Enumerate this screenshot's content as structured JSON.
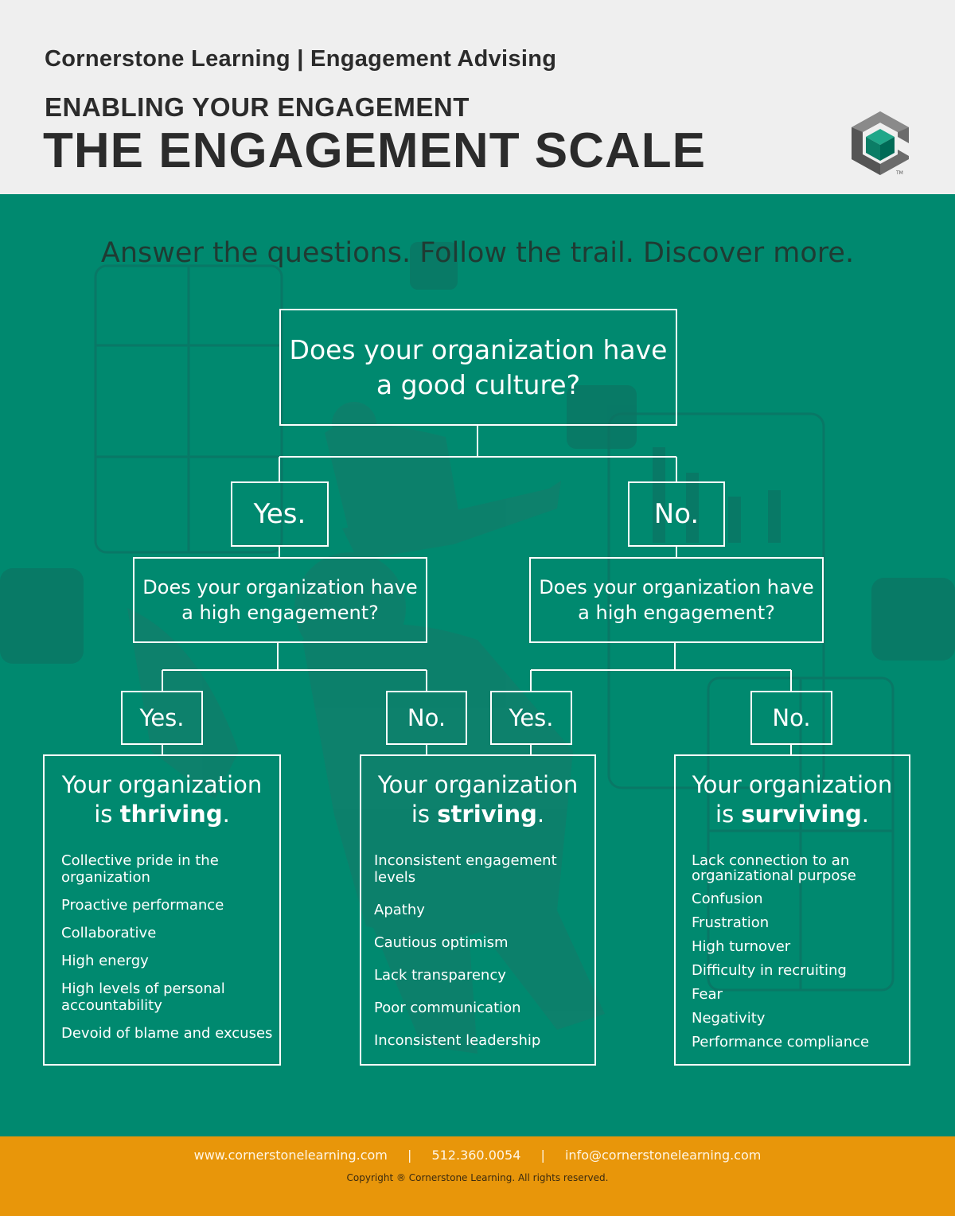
{
  "header": {
    "brand": "Cornerstone Learning | Engagement Advising",
    "kicker": "ENABLING YOUR ENGAGEMENT",
    "title": "THE ENGAGEMENT SCALE",
    "logo_trademark": "TM"
  },
  "tagline": "Answer the questions. Follow the trail. Discover more.",
  "question_main": "Does your organization have a good culture?",
  "branch_left": {
    "answer": "Yes.",
    "question": "Does your organization have a high engagement?",
    "answer_yes": "Yes.",
    "answer_no": "No."
  },
  "branch_right": {
    "answer": "No.",
    "question": "Does your organization have a high engagement?",
    "answer_yes": "Yes.",
    "answer_no": "No."
  },
  "results": {
    "thriving": {
      "prefix": "Your organization",
      "is": "is",
      "state": "thriving",
      "dot": ".",
      "items": [
        "Collective pride in the organization",
        "Proactive performance",
        "Collaborative",
        "High energy",
        "High levels of personal accountability",
        "Devoid of blame and excuses"
      ]
    },
    "striving": {
      "prefix": "Your organization",
      "is": "is",
      "state": "striving",
      "dot": ".",
      "items": [
        "Inconsistent engagement levels",
        "Apathy",
        "Cautious optimism",
        "Lack transparency",
        "Poor communication",
        "Inconsistent leadership"
      ]
    },
    "surviving": {
      "prefix": "Your organization",
      "is": "is",
      "state": "surviving",
      "dot": ".",
      "items": [
        "Lack connection to an organizational purpose",
        "Confusion",
        "Frustration",
        "High turnover",
        "Difficulty in recruiting",
        "Fear",
        "Negativity",
        "Performance compliance"
      ]
    }
  },
  "footer": {
    "website": "www.cornerstonelearning.com",
    "separator": "|",
    "phone": "512.360.0054",
    "email": "info@cornerstonelearning.com",
    "copyright": "Copyright ® Cornerstone Learning. All rights reserved."
  },
  "colors": {
    "header_bg": "#efefef",
    "main_bg": "#00896f",
    "footer_bg": "#e8960a",
    "text_dark": "#2b2b2b",
    "line": "#ffffff"
  }
}
